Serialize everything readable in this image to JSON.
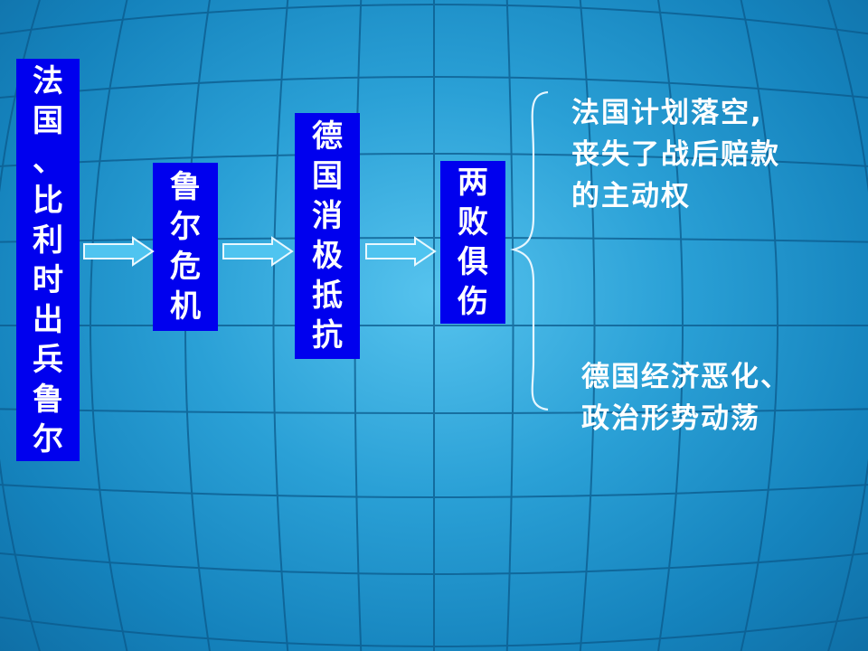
{
  "flow": {
    "box1": {
      "chars": [
        "法",
        "国",
        "、",
        "比",
        "利",
        "时",
        "出",
        "兵",
        "鲁",
        "尔"
      ]
    },
    "box2": {
      "chars": [
        "鲁",
        "尔",
        "危",
        "机"
      ]
    },
    "box3": {
      "chars": [
        "德",
        "国",
        "消",
        "极",
        "抵",
        "抗"
      ]
    },
    "box4": {
      "chars": [
        "两",
        "败",
        "俱",
        "伤"
      ]
    }
  },
  "outcomes": {
    "first": [
      "法国计划落空,",
      "丧失了战后赔款",
      "的主动权"
    ],
    "second": [
      "德国经济恶化、",
      "政治形势动荡"
    ]
  },
  "colors": {
    "box_fill": "#0000ee",
    "arrow_fill": "#4fc4f0",
    "arrow_stroke": "#e8f8ff",
    "text": "#ffffff"
  }
}
